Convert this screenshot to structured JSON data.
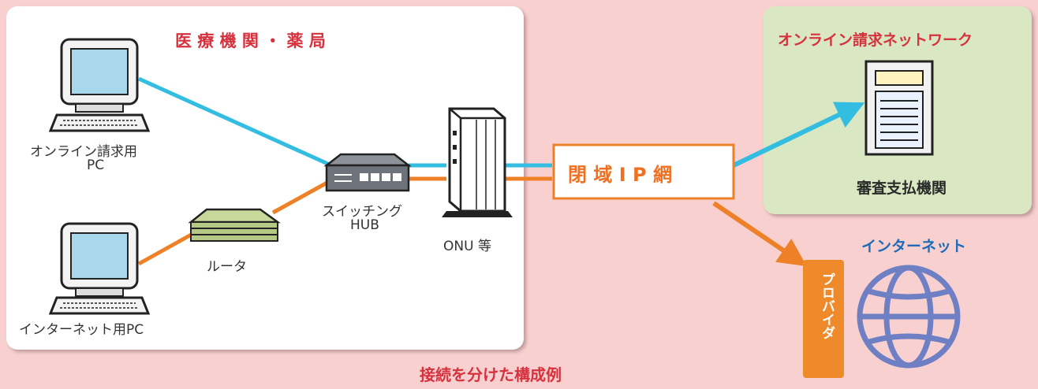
{
  "clinic": {
    "title": "医 療 機 関 ・ 薬 局"
  },
  "devices": {
    "pc_online": {
      "label_line1": "オンライン請求用",
      "label_line2": "PC"
    },
    "pc_internet": {
      "label": "インターネット用PC"
    },
    "router": {
      "label": "ルータ"
    },
    "switch_hub": {
      "label_line1": "スイッチング",
      "label_line2": "HUB"
    },
    "onu": {
      "label": "ONU 等"
    }
  },
  "closed_network": {
    "label": "閉 域 I P 網"
  },
  "online_billing_network": {
    "title": "オンライン請求ネットワーク",
    "server_label": "審査支払機関"
  },
  "internet": {
    "title": "インターネット",
    "provider_label": "プロバイダ"
  },
  "caption": "接続を分けた構成例",
  "colors": {
    "background": "#f9d0d0",
    "blue_line": "#33bde0",
    "orange_line": "#ee8128",
    "title_red": "#d6323e",
    "title_blue": "#1f6bb8",
    "network_panel": "#d9e8c2"
  }
}
